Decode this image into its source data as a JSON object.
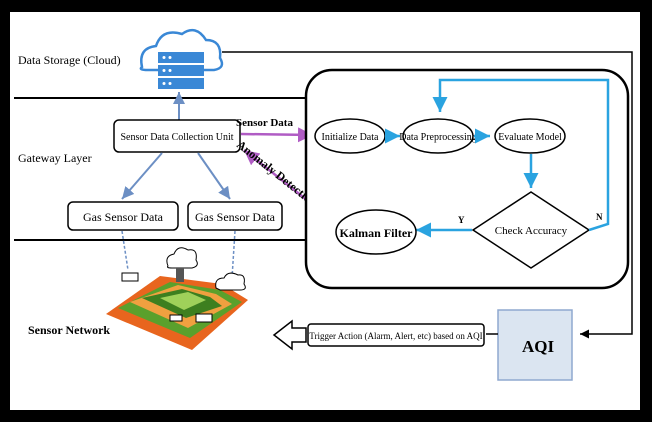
{
  "layers": {
    "cloud": "Data Storage (Cloud)",
    "gateway": "Gateway  Layer",
    "sensor_network": "Sensor Network"
  },
  "nodes": {
    "collection_unit": "Sensor Data Collection Unit",
    "gas_sensor_1": "Gas Sensor Data",
    "gas_sensor_2": "Gas Sensor Data",
    "initialize": "Initialize Data",
    "preprocessing": "Data Preprocessing",
    "evaluate": "Evaluate Model",
    "check_accuracy": "Check Accuracy",
    "kalman": "Kalman Filter",
    "aqi": "AQI",
    "trigger": "Trigger Action (Alarm, Alert, etc) based on AQI"
  },
  "edge_labels": {
    "sensor_data": "Sensor Data",
    "anomaly_detection": "Anomaly Detection",
    "yes": "Y",
    "no": "N"
  },
  "colors": {
    "process_arrow": "#2aa3e0",
    "data_arrow": "#b05cc4",
    "gateway_arrow": "#6c8fc4",
    "cloud": "#3a88d6",
    "aqi_box": "#dbe5f1",
    "field_orange": "#e8651e",
    "field_green": "#5aa02c"
  }
}
